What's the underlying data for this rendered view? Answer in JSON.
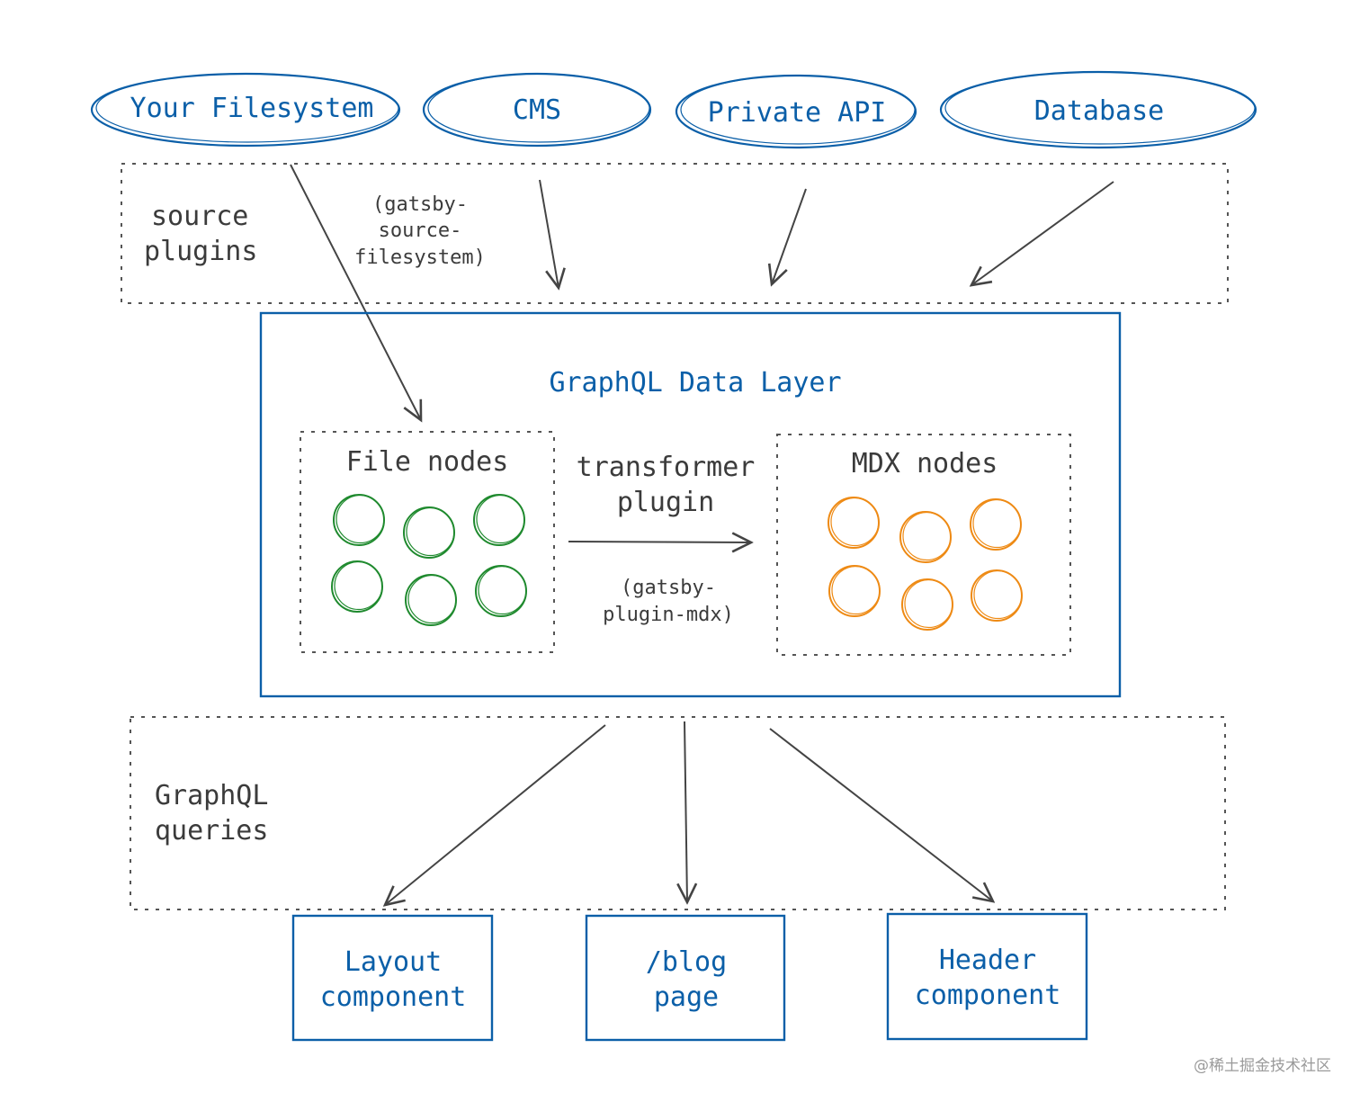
{
  "sources": [
    {
      "label": "Your Filesystem"
    },
    {
      "label": "CMS"
    },
    {
      "label": "Private API"
    },
    {
      "label": "Database"
    }
  ],
  "source_plugins": {
    "label_line1": "source",
    "label_line2": "plugins",
    "fs_plugin_line1": "(gatsby-",
    "fs_plugin_line2": "source-",
    "fs_plugin_line3": "filesystem)"
  },
  "data_layer": {
    "title": "GraphQL Data Layer",
    "file_nodes": {
      "title": "File nodes",
      "count": 6,
      "color": "#1f8a2e"
    },
    "mdx_nodes": {
      "title": "MDX nodes",
      "count": 6,
      "color": "#ee8a14"
    },
    "transformer": {
      "label_line1": "transformer",
      "label_line2": "plugin",
      "plugin_line1": "(gatsby-",
      "plugin_line2": "plugin-mdx)"
    }
  },
  "queries": {
    "label_line1": "GraphQL",
    "label_line2": "queries"
  },
  "consumers": [
    {
      "line1": "Layout",
      "line2": "component"
    },
    {
      "line1": "/blog",
      "line2": "page"
    },
    {
      "line1": "Header",
      "line2": "component"
    }
  ],
  "colors": {
    "accent_blue": "#0b5fa8",
    "arrow": "#444444",
    "dotted_border": "#555555",
    "text_dark": "#3b3b3b"
  },
  "watermark": "@稀土掘金技术社区"
}
